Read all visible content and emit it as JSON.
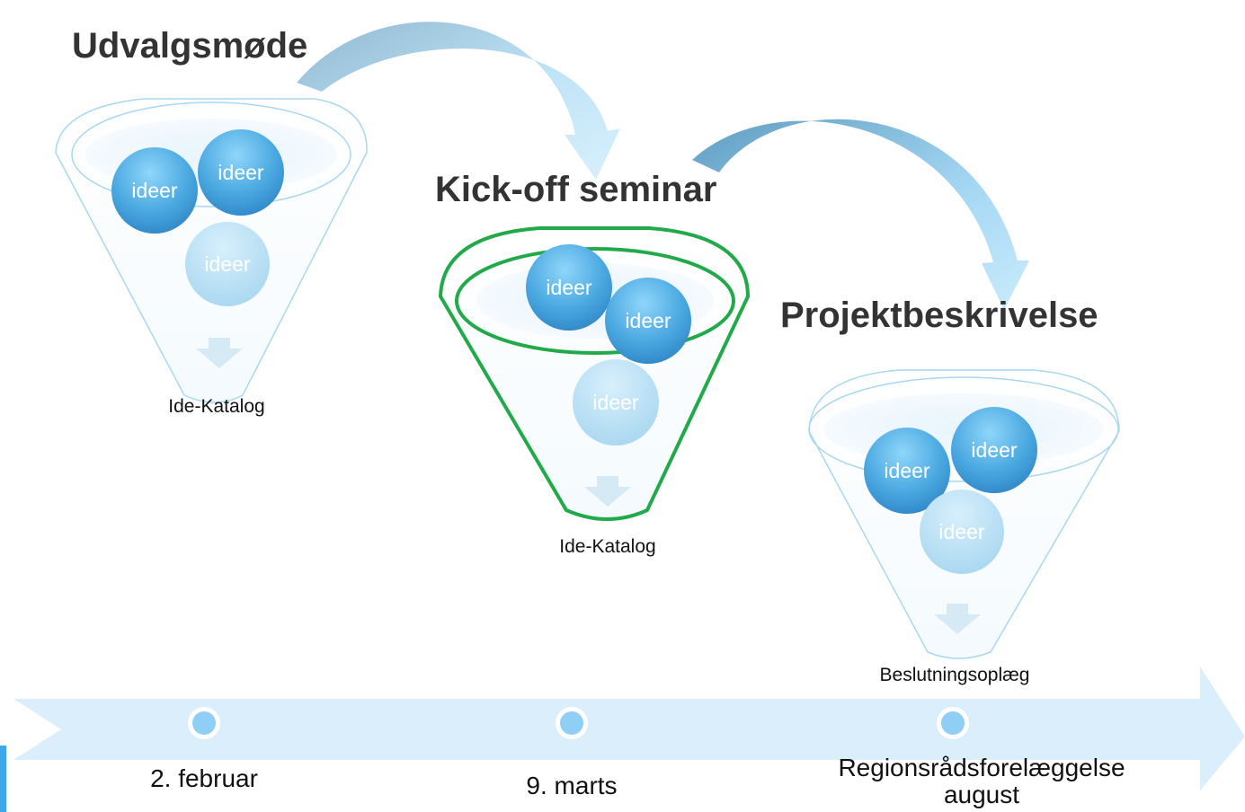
{
  "stages": [
    {
      "title": "Udvalgsmøde",
      "ideas": [
        "ideer",
        "ideer",
        "ideer"
      ],
      "output": "Ide-Katalog",
      "highlighted": false
    },
    {
      "title": "Kick-off seminar",
      "ideas": [
        "ideer",
        "ideer",
        "ideer"
      ],
      "output": "Ide-Katalog",
      "highlighted": true
    },
    {
      "title": "Projektbeskrivelse",
      "ideas": [
        "ideer",
        "ideer",
        "ideer"
      ],
      "output": "Beslutningsoplæg",
      "highlighted": false
    }
  ],
  "timeline": {
    "milestones": [
      "2. februar",
      "9. marts",
      "Regionsrådsforelæggelse",
      "august"
    ]
  },
  "colors": {
    "highlight": "#22aa4a",
    "funnel_outline": "#a9d8f0",
    "timeline": "#dbeefb",
    "dot": "#8fcff5"
  }
}
